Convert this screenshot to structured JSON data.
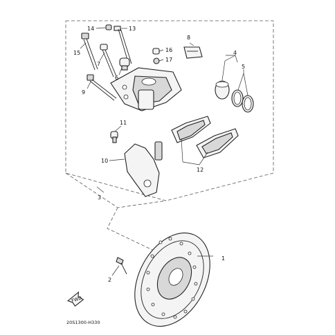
{
  "callouts": {
    "c1": "1",
    "c2": "2",
    "c3": "3",
    "c4": "4",
    "c5": "5",
    "c6": "6",
    "c7": "7",
    "c8": "8",
    "c9": "9",
    "c10": "10",
    "c11": "11",
    "c12": "12",
    "c13": "13",
    "c14": "14",
    "c15": "15",
    "c16": "16",
    "c17": "17"
  },
  "diagram_code": "20S1300-H330",
  "fwd_label": "FWD"
}
